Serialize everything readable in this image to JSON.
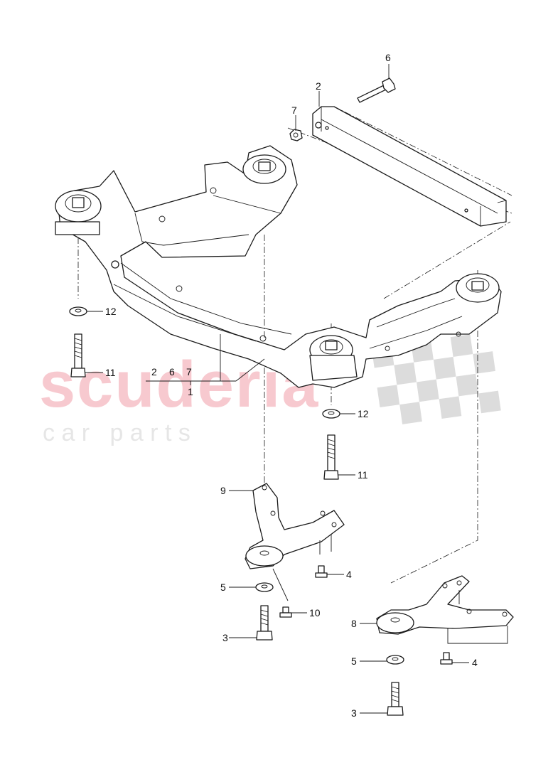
{
  "watermark": {
    "brand": "scuderia",
    "tagline": "c a r   p a r t s",
    "brand_color": "#f7c9cf",
    "tagline_color": "#e6e6e6"
  },
  "callouts": {
    "c1": "1",
    "c2_top": "2",
    "c2_group": "2",
    "c3_a": "3",
    "c3_b": "3",
    "c4_a": "4",
    "c4_b": "4",
    "c5_a": "5",
    "c5_b": "5",
    "c6_top": "6",
    "c6_group": "6",
    "c7_top": "7",
    "c7_group": "7",
    "c8": "8",
    "c9": "9",
    "c10": "10",
    "c11_a": "11",
    "c11_b": "11",
    "c12_a": "12",
    "c12_b": "12"
  }
}
